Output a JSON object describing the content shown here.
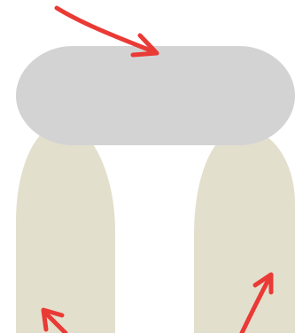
{
  "colors": {
    "background": "#ffffff",
    "pillar": "#e3dfcd",
    "lintel": "#d3d3d4",
    "arrow": "#ea3a35"
  },
  "shapes": {
    "lintel": "gray-rounded-slab",
    "left_pillar": "beige-pillar",
    "right_pillar": "beige-pillar"
  },
  "arrows": [
    {
      "name": "top-arrow",
      "points_to": "lintel"
    },
    {
      "name": "bottom-left-arrow",
      "points_to": "left-pillar"
    },
    {
      "name": "bottom-right-arrow",
      "points_to": "right-pillar"
    }
  ]
}
